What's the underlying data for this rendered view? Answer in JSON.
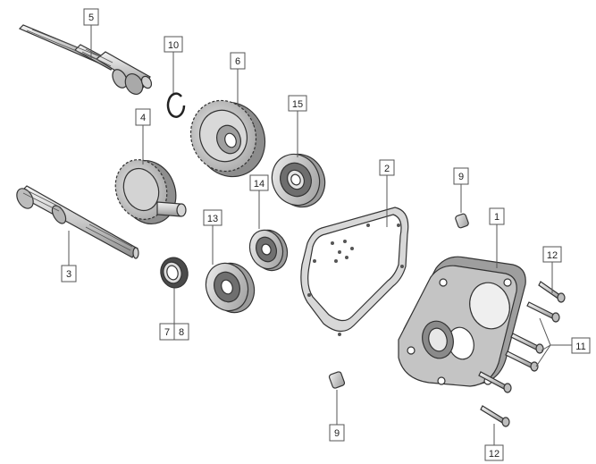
{
  "callouts": [
    {
      "id": "c5",
      "text": "5"
    },
    {
      "id": "c10",
      "text": "10"
    },
    {
      "id": "c6",
      "text": "6"
    },
    {
      "id": "c15",
      "text": "15"
    },
    {
      "id": "c4",
      "text": "4"
    },
    {
      "id": "c2",
      "text": "2"
    },
    {
      "id": "c9a",
      "text": "9"
    },
    {
      "id": "c14",
      "text": "14"
    },
    {
      "id": "c13",
      "text": "13"
    },
    {
      "id": "c1",
      "text": "1"
    },
    {
      "id": "c3",
      "text": "3"
    },
    {
      "id": "c12a",
      "text": "12"
    },
    {
      "id": "c7",
      "text": "7"
    },
    {
      "id": "c8",
      "text": "8"
    },
    {
      "id": "c11",
      "text": "11"
    },
    {
      "id": "c9b",
      "text": "9"
    },
    {
      "id": "c12b",
      "text": "12"
    }
  ]
}
